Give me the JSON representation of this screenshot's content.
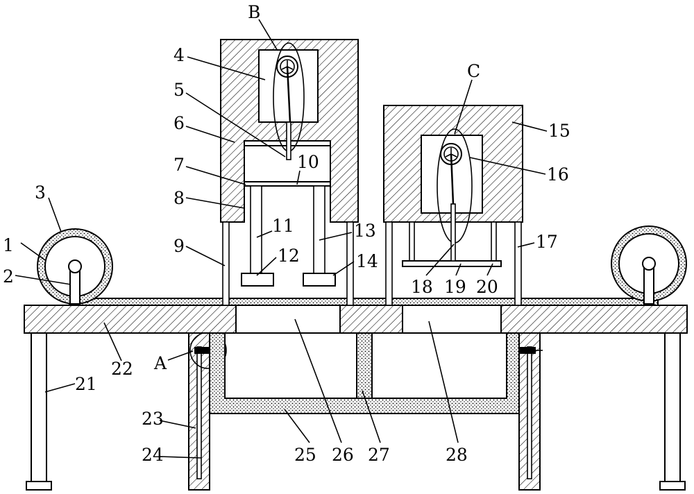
{
  "labels": {
    "l1": "1",
    "l2": "2",
    "l3": "3",
    "l4": "4",
    "l5": "5",
    "l6": "6",
    "l7": "7",
    "l8": "8",
    "l9": "9",
    "l10": "10",
    "l11": "11",
    "l12": "12",
    "l13": "13",
    "l14": "14",
    "l15": "15",
    "l16": "16",
    "l17": "17",
    "l18": "18",
    "l19": "19",
    "l20": "20",
    "l21": "21",
    "l22": "22",
    "l23": "23",
    "l24": "24",
    "l25": "25",
    "l26": "26",
    "l27": "27",
    "l28": "28",
    "lA": "A",
    "lB": "B",
    "lC": "C"
  }
}
